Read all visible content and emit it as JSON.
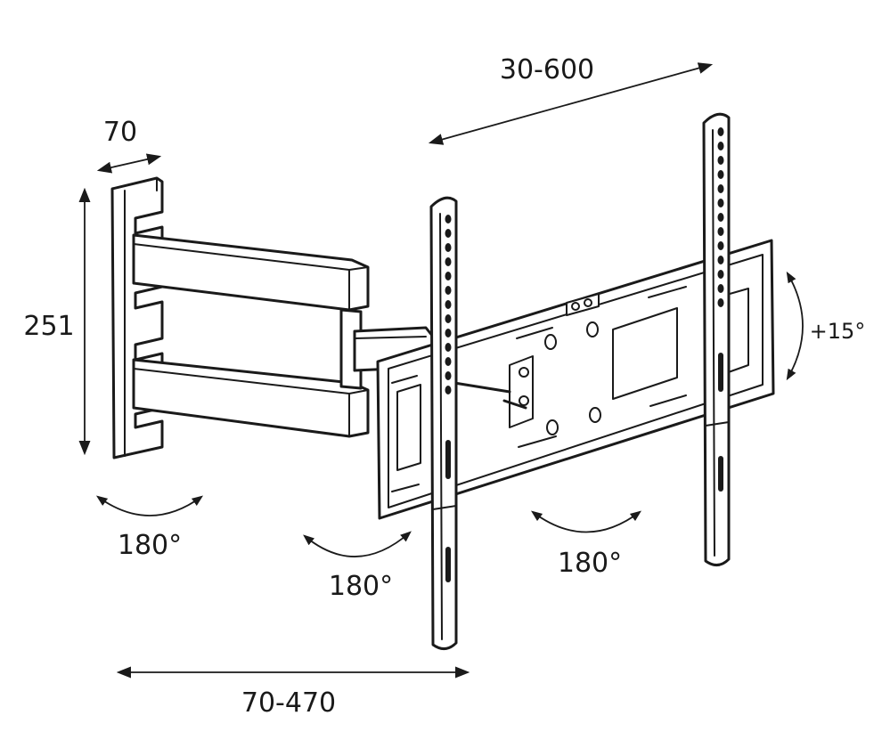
{
  "dimensions": {
    "depth_top": "70",
    "height": "251",
    "wall_distance": "70-470",
    "vesa_range": "30-600"
  },
  "rotations": {
    "wall_swivel": "180°",
    "arm_swivel": "180°",
    "plate_swivel": "180°",
    "tilt": "+15°"
  },
  "colors": {
    "line": "#1a1a1a",
    "background": "#ffffff"
  }
}
